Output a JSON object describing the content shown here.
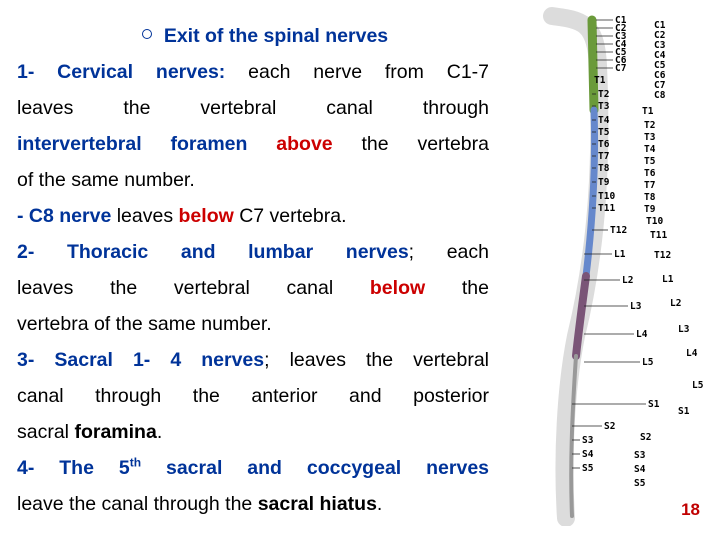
{
  "slide": {
    "title": "Exit of the spinal nerves",
    "cervical": {
      "label": "1- Cervical nerves:",
      "line1_rest": "each nerve from C1-7",
      "line2": [
        "leaves",
        "the",
        "vertebral",
        "canal",
        "through"
      ],
      "line3_bold": "intervertebral foramen",
      "line3_red": "above",
      "line3_rest": "the vertebra",
      "line4": "of the same number.",
      "c8_prefix": "- C8 nerve",
      "c8_mid": "leaves",
      "c8_red": "below",
      "c8_rest": "C7 vertebra."
    },
    "thoracic": {
      "label": "2- Thoracic and lumbar nerves",
      "line1_rest": "; each",
      "line2_start": "leaves the vertebral canal",
      "line2_red": "below",
      "line2_end": "the",
      "line3": "vertebra of the same number."
    },
    "sacral": {
      "label": "3- Sacral 1- 4 nerves",
      "line1_rest": "; leaves the vertebral",
      "line2": "canal through the anterior and posterior",
      "line3_start": "sacral",
      "line3_bold": "foramina",
      "line3_end": "."
    },
    "coccygeal": {
      "label_start": "4- The 5",
      "label_sup": "th",
      "label_end": "sacral and coccygeal nerves",
      "line2_start": "leave the canal through the",
      "line2_bold": "sacral hiatus",
      "line2_end": "."
    },
    "page_number": "18"
  },
  "figure": {
    "left_labels": [
      "C1",
      "C2",
      "C3",
      "C4",
      "C5",
      "C6",
      "C7",
      "T1",
      "T2",
      "T3",
      "T4",
      "T5",
      "T6",
      "T7",
      "T8",
      "T9",
      "T10",
      "T11",
      "T12",
      "L1",
      "L2",
      "L3",
      "L4",
      "L5",
      "S1",
      "S2",
      "S3",
      "S4",
      "S5"
    ],
    "right_labels": [
      "C1",
      "C2",
      "C3",
      "C4",
      "C5",
      "C6",
      "C7",
      "C8",
      "T1",
      "T2",
      "T3",
      "T4",
      "T5",
      "T6",
      "T7",
      "T8",
      "T9",
      "T10",
      "T11",
      "T12",
      "L1",
      "L2",
      "L3",
      "L4",
      "L5",
      "S1",
      "S2",
      "S3",
      "S4",
      "S5"
    ],
    "colors": {
      "cervical": "#6a9a3a",
      "thoracic": "#6688cc",
      "lumbar": "#7a5577",
      "sacral": "#999999"
    }
  },
  "colors": {
    "accent_blue": "#003399",
    "accent_red": "#cc0000",
    "page_number": "#c00000"
  }
}
